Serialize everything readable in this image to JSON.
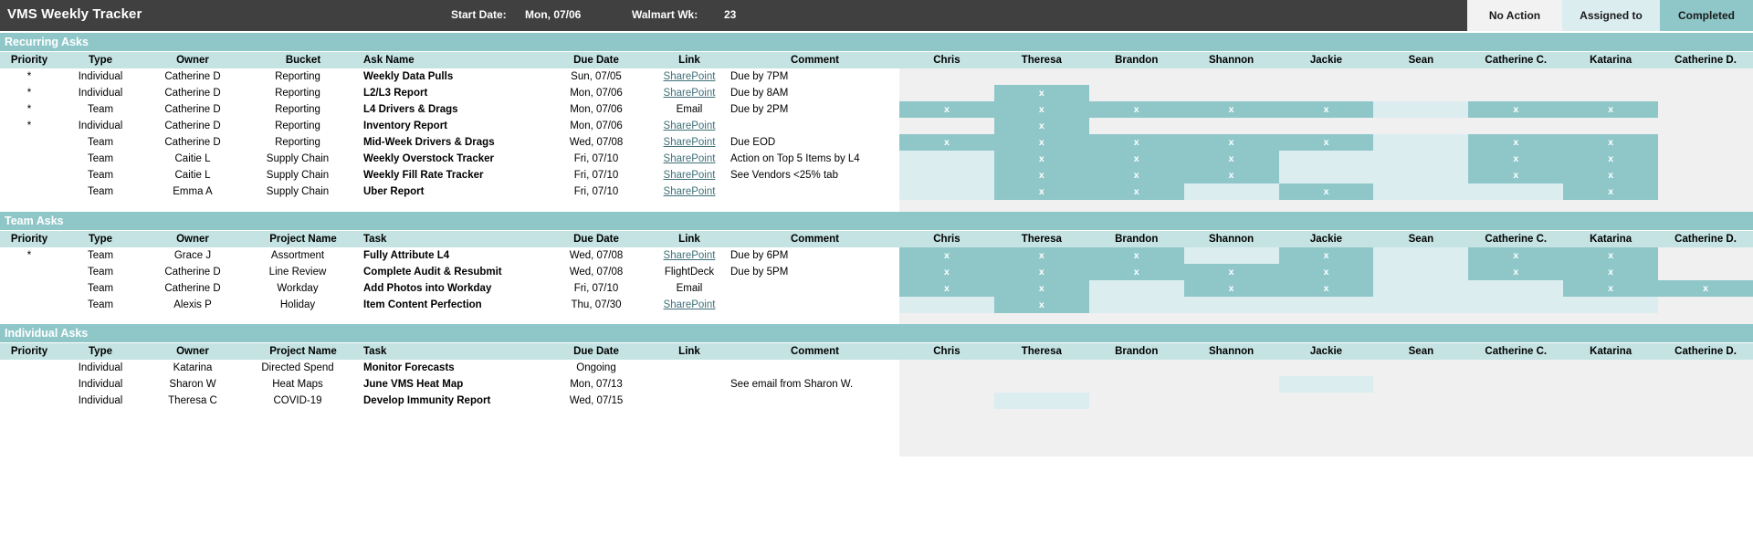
{
  "header": {
    "title": "VMS Weekly Tracker",
    "start_date_label": "Start Date:",
    "start_date_value": "Mon, 07/06",
    "walmart_wk_label": "Walmart Wk:",
    "walmart_wk_value": "23",
    "legend": [
      {
        "label": "No Action",
        "color": "#f2f2f2"
      },
      {
        "label": "Assigned to",
        "color": "#dcedf0"
      },
      {
        "label": "Completed",
        "color": "#8fc7c9"
      }
    ]
  },
  "people": [
    "Chris",
    "Theresa",
    "Brandon",
    "Shannon",
    "Jackie",
    "Sean",
    "Catherine C.",
    "Katarina",
    "Catherine D."
  ],
  "sections": [
    {
      "title": "Recurring Asks",
      "columns": [
        "Priority",
        "Type",
        "Owner",
        "Bucket",
        "Ask Name",
        "Due Date",
        "Link",
        "Comment"
      ],
      "rows": [
        {
          "priority": "*",
          "type": "Individual",
          "owner": "Catherine D",
          "bucket": "Reporting",
          "name": "Weekly Data Pulls",
          "due": "Sun, 07/05",
          "link": "SharePoint",
          "link_is_url": true,
          "comment": "Due by 7PM",
          "status": [
            "none",
            "none",
            "none",
            "none",
            "none",
            "none",
            "none",
            "none",
            "none"
          ]
        },
        {
          "priority": "*",
          "type": "Individual",
          "owner": "Catherine D",
          "bucket": "Reporting",
          "name": "L2/L3 Report",
          "due": "Mon, 07/06",
          "link": "SharePoint",
          "link_is_url": true,
          "comment": "Due by 8AM",
          "status": [
            "none",
            "done",
            "none",
            "none",
            "none",
            "none",
            "none",
            "none",
            "none"
          ]
        },
        {
          "priority": "*",
          "type": "Team",
          "owner": "Catherine D",
          "bucket": "Reporting",
          "name": "L4 Drivers & Drags",
          "due": "Mon, 07/06",
          "link": "Email",
          "link_is_url": false,
          "comment": "Due by 2PM",
          "status": [
            "done",
            "done",
            "done",
            "done",
            "done",
            "assigned",
            "done",
            "done",
            "none"
          ]
        },
        {
          "priority": "*",
          "type": "Individual",
          "owner": "Catherine D",
          "bucket": "Reporting",
          "name": "Inventory Report",
          "due": "Mon, 07/06",
          "link": "SharePoint",
          "link_is_url": true,
          "comment": "",
          "status": [
            "none",
            "done",
            "none",
            "none",
            "none",
            "none",
            "none",
            "none",
            "none"
          ]
        },
        {
          "priority": "",
          "type": "Team",
          "owner": "Catherine D",
          "bucket": "Reporting",
          "name": "Mid-Week Drivers & Drags",
          "due": "Wed, 07/08",
          "link": "SharePoint",
          "link_is_url": true,
          "comment": "Due EOD",
          "status": [
            "done",
            "done",
            "done",
            "done",
            "done",
            "assigned",
            "done",
            "done",
            "none"
          ]
        },
        {
          "priority": "",
          "type": "Team",
          "owner": "Caitie L",
          "bucket": "Supply Chain",
          "name": "Weekly Overstock Tracker",
          "due": "Fri, 07/10",
          "link": "SharePoint",
          "link_is_url": true,
          "comment": "Action on Top 5 Items by L4",
          "status": [
            "assigned",
            "done",
            "done",
            "done",
            "assigned",
            "assigned",
            "done",
            "done",
            "none"
          ]
        },
        {
          "priority": "",
          "type": "Team",
          "owner": "Caitie L",
          "bucket": "Supply Chain",
          "name": "Weekly Fill Rate Tracker",
          "due": "Fri, 07/10",
          "link": "SharePoint",
          "link_is_url": true,
          "comment": "See Vendors <25% tab",
          "status": [
            "assigned",
            "done",
            "done",
            "done",
            "assigned",
            "assigned",
            "done",
            "done",
            "none"
          ]
        },
        {
          "priority": "",
          "type": "Team",
          "owner": "Emma A",
          "bucket": "Supply Chain",
          "name": "Uber Report",
          "due": "Fri, 07/10",
          "link": "SharePoint",
          "link_is_url": true,
          "comment": "",
          "status": [
            "assigned",
            "done",
            "done",
            "assigned",
            "done",
            "assigned",
            "assigned",
            "done",
            "none"
          ]
        }
      ]
    },
    {
      "title": "Team Asks",
      "columns": [
        "Priority",
        "Type",
        "Owner",
        "Project Name",
        "Task",
        "Due Date",
        "Link",
        "Comment"
      ],
      "rows": [
        {
          "priority": "*",
          "type": "Team",
          "owner": "Grace J",
          "bucket": "Assortment",
          "name": "Fully Attribute L4",
          "due": "Wed, 07/08",
          "link": "SharePoint",
          "link_is_url": true,
          "comment": "Due by 6PM",
          "status": [
            "done",
            "done",
            "done",
            "assigned",
            "done",
            "assigned",
            "done",
            "done",
            "none"
          ]
        },
        {
          "priority": "",
          "type": "Team",
          "owner": "Catherine D",
          "bucket": "Line Review",
          "name": "Complete Audit & Resubmit",
          "due": "Wed, 07/08",
          "link": "FlightDeck",
          "link_is_url": false,
          "comment": "Due by 5PM",
          "status": [
            "done",
            "done",
            "done",
            "done",
            "done",
            "assigned",
            "done",
            "done",
            "none"
          ]
        },
        {
          "priority": "",
          "type": "Team",
          "owner": "Catherine D",
          "bucket": "Workday",
          "name": "Add Photos into Workday",
          "due": "Fri, 07/10",
          "link": "Email",
          "link_is_url": false,
          "comment": "",
          "status": [
            "done",
            "done",
            "assigned",
            "done",
            "done",
            "assigned",
            "assigned",
            "done",
            "done"
          ]
        },
        {
          "priority": "",
          "type": "Team",
          "owner": "Alexis P",
          "bucket": "Holiday",
          "name": "Item Content Perfection",
          "due": "Thu, 07/30",
          "link": "SharePoint",
          "link_is_url": true,
          "comment": "",
          "status": [
            "assigned",
            "done",
            "assigned",
            "assigned",
            "assigned",
            "assigned",
            "assigned",
            "assigned",
            "none"
          ]
        }
      ]
    },
    {
      "title": "Individual Asks",
      "columns": [
        "Priority",
        "Type",
        "Owner",
        "Project Name",
        "Task",
        "Due Date",
        "Link",
        "Comment"
      ],
      "rows": [
        {
          "priority": "",
          "type": "Individual",
          "owner": "Katarina",
          "bucket": "Directed Spend",
          "name": "Monitor Forecasts",
          "due": "Ongoing",
          "link": "",
          "link_is_url": false,
          "comment": "",
          "status": [
            "none",
            "none",
            "none",
            "none",
            "none",
            "none",
            "none",
            "none",
            "none"
          ]
        },
        {
          "priority": "",
          "type": "Individual",
          "owner": "Sharon W",
          "bucket": "Heat Maps",
          "name": "June VMS Heat Map",
          "due": "Mon, 07/13",
          "link": "",
          "link_is_url": false,
          "comment": "See email from Sharon W.",
          "status": [
            "none",
            "none",
            "none",
            "none",
            "assigned",
            "none",
            "none",
            "none",
            "none"
          ]
        },
        {
          "priority": "",
          "type": "Individual",
          "owner": "Theresa C",
          "bucket": "COVID-19",
          "name": "Develop Immunity Report",
          "due": "Wed, 07/15",
          "link": "",
          "link_is_url": false,
          "comment": "",
          "status": [
            "none",
            "assigned",
            "none",
            "none",
            "none",
            "none",
            "none",
            "none",
            "none"
          ]
        }
      ]
    }
  ]
}
